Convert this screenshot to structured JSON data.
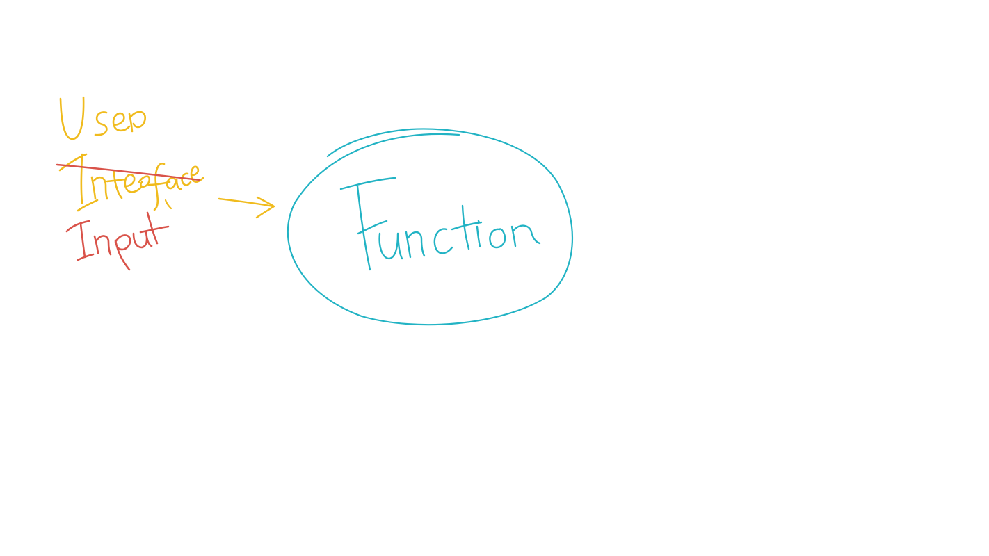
{
  "diagram": {
    "labels": {
      "user": "User",
      "interface": "Interface",
      "input": "Input",
      "function": "Function"
    },
    "colors": {
      "background": "#ffffff",
      "yellow": "#f0bb1d",
      "red": "#d9534a",
      "teal": "#22b3c4"
    },
    "annotations": {
      "interface_struck_through": true,
      "input_replaces": "Interface"
    },
    "edges": [
      {
        "from": "Input",
        "to": "Function",
        "style": "arrow"
      }
    ]
  }
}
